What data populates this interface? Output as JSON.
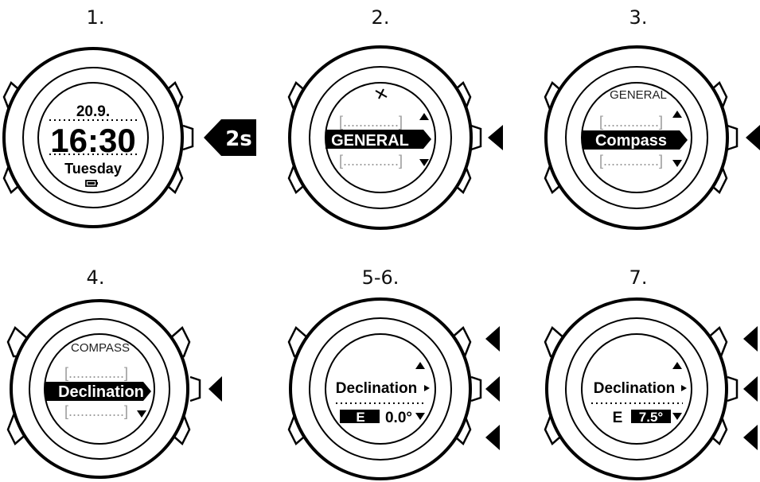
{
  "steps": [
    {
      "label": "1.",
      "screen": {
        "date": "20.9.",
        "time": "16:30",
        "day": "Tuesday",
        "icon": "battery-icon"
      },
      "button_hint": {
        "button": "middle-right",
        "text": "2s"
      }
    },
    {
      "label": "2.",
      "screen": {
        "icon": "wrench-screwdriver-icon",
        "highlighted_item": "GENERAL",
        "placeholder_item": "[..............]"
      },
      "button_hint": {
        "button": "middle-right"
      }
    },
    {
      "label": "3.",
      "screen": {
        "header": "GENERAL",
        "highlighted_item": "Compass",
        "placeholder_item": "[..............]"
      },
      "button_hint": {
        "button": "middle-right"
      }
    },
    {
      "label": "4.",
      "screen": {
        "header": "COMPASS",
        "highlighted_item": "Declination",
        "placeholder_item": "[..............]"
      },
      "button_hint": {
        "button": "middle-right"
      }
    },
    {
      "label": "5-6.",
      "screen": {
        "title": "Declination",
        "direction": "E",
        "value": "0.0°",
        "selected_field": "direction"
      },
      "button_hint": {
        "buttons": [
          "top-right",
          "middle-right",
          "bottom-right"
        ]
      }
    },
    {
      "label": "7.",
      "screen": {
        "title": "Declination",
        "direction": "E",
        "value": "7.5°",
        "selected_field": "value"
      },
      "button_hint": {
        "buttons": [
          "top-right",
          "middle-right",
          "bottom-right"
        ]
      }
    }
  ],
  "colors": {
    "ink": "#000000",
    "placeholder_gray": "#9a9a9a",
    "background": "#ffffff"
  }
}
